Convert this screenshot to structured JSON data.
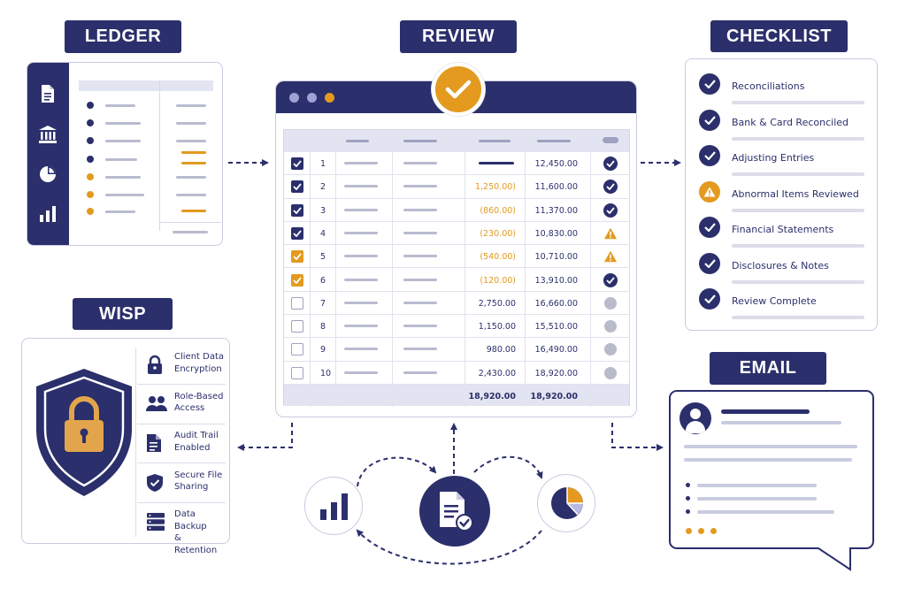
{
  "labels": {
    "ledger": "LEDGER",
    "review": "REVIEW",
    "checklist": "CHECKLIST",
    "wisp": "WISP",
    "email": "EMAIL"
  },
  "review_table": {
    "rows": [
      {
        "num": "1",
        "debit": "",
        "balance": "12,450.00",
        "checked": true,
        "check_color": "navy",
        "status": "check"
      },
      {
        "num": "2",
        "debit": "1,250.00)",
        "balance": "11,600.00",
        "checked": true,
        "check_color": "navy",
        "status": "check"
      },
      {
        "num": "3",
        "debit": "(860.00)",
        "balance": "11,370.00",
        "checked": true,
        "check_color": "navy",
        "status": "check"
      },
      {
        "num": "4",
        "debit": "(230.00)",
        "balance": "10,830.00",
        "checked": true,
        "check_color": "navy",
        "status": "warning"
      },
      {
        "num": "5",
        "debit": "(540.00)",
        "balance": "10,710.00",
        "checked": true,
        "check_color": "orange",
        "status": "warning"
      },
      {
        "num": "6",
        "debit": "(120.00)",
        "balance": "13,910.00",
        "checked": true,
        "check_color": "orange",
        "status": "check"
      },
      {
        "num": "7",
        "debit": "2,750.00",
        "balance": "16,660.00",
        "checked": false,
        "check_color": "none",
        "status": "pending"
      },
      {
        "num": "8",
        "debit": "1,150.00",
        "balance": "15,510.00",
        "checked": false,
        "check_color": "none",
        "status": "pending"
      },
      {
        "num": "9",
        "debit": "980.00",
        "balance": "16,490.00",
        "checked": false,
        "check_color": "none",
        "status": "pending"
      },
      {
        "num": "10",
        "debit": "2,430.00",
        "balance": "18,920.00",
        "checked": false,
        "check_color": "none",
        "status": "pending"
      }
    ],
    "total_debit": "18,920.00",
    "total_balance": "18,920.00"
  },
  "checklist": {
    "items": [
      {
        "label": "Reconciliations",
        "status": "done"
      },
      {
        "label": "Bank & Card Reconciled",
        "status": "done"
      },
      {
        "label": "Adjusting Entries",
        "status": "done"
      },
      {
        "label": "Abnormal Items Reviewed",
        "status": "warning"
      },
      {
        "label": "Financial Statements",
        "status": "done"
      },
      {
        "label": "Disclosures & Notes",
        "status": "done"
      },
      {
        "label": "Review Complete",
        "status": "done"
      }
    ]
  },
  "wisp": {
    "items": [
      {
        "line1": "Client Data",
        "line2": "Encryption",
        "icon": "lock-icon"
      },
      {
        "line1": "Role-Based",
        "line2": "Access",
        "icon": "users-icon"
      },
      {
        "line1": "Audit Trail",
        "line2": "Enabled",
        "icon": "document-icon"
      },
      {
        "line1": "Secure File",
        "line2": "Sharing",
        "icon": "shield-check-icon"
      },
      {
        "line1": "Data Backup",
        "line2": "& Retention",
        "icon": "server-icon"
      }
    ]
  },
  "icons": {
    "ledger_sidebar": [
      "document-icon",
      "bank-icon",
      "pie-chart-icon",
      "bar-chart-icon"
    ],
    "review_badge": "checkmark-badge-icon",
    "wisp_shield": "shield-lock-icon",
    "email_avatar": "user-avatar-icon",
    "cycle": [
      "bar-chart-icon",
      "document-check-icon",
      "pie-chart-icon"
    ]
  },
  "colors": {
    "navy": "#2b2f6b",
    "orange": "#e39a1f",
    "light_lavender": "#e3e4f1",
    "grey": "#b9bbd0"
  }
}
